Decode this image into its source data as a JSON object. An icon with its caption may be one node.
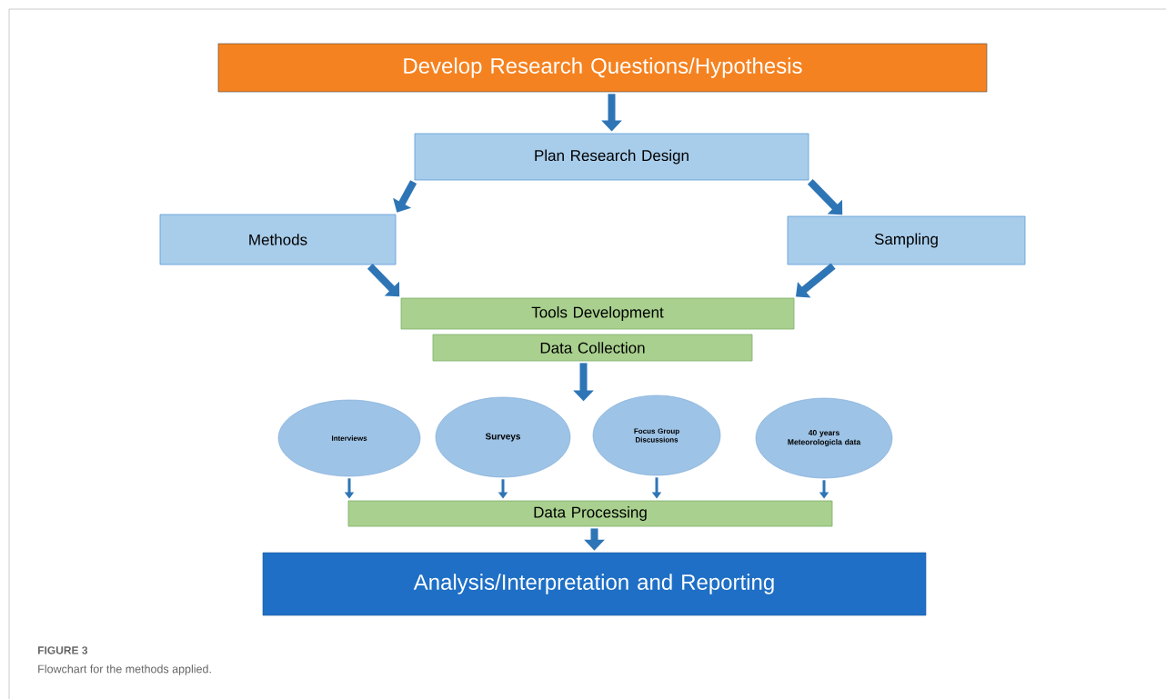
{
  "diagram": {
    "caption": "Flowchart for the methods applied.",
    "nodes": [
      {
        "text": [
          "Develop Research Questions/Hypothesis"
        ]
      },
      {
        "text": [
          "Plan Research Design"
        ]
      },
      {
        "text": [
          "Methods"
        ]
      },
      {
        "text": [
          "Sampling"
        ]
      },
      {
        "text": [
          "Tools Development"
        ]
      },
      {
        "text": [
          "Data Collection"
        ]
      },
      {
        "text": [
          "Interviews"
        ]
      },
      {
        "text": [
          "Surveys"
        ]
      },
      {
        "text": [
          "Focus Group Discussions"
        ]
      },
      {
        "text": [
          "40 years Meteorologicla data"
        ]
      },
      {
        "text": [
          "Data Processing"
        ]
      },
      {
        "text": [
          "Analysis/Interpretation and Reporting"
        ]
      }
    ],
    "edges": [
      {
        "from": 0,
        "to": 1,
        "arrow": "to"
      },
      {
        "from": 1,
        "to": 2,
        "arrow": "to"
      },
      {
        "from": 1,
        "to": 3,
        "arrow": "to"
      },
      {
        "from": 2,
        "to": 4,
        "arrow": "to"
      },
      {
        "from": 3,
        "to": 4,
        "arrow": "to"
      },
      {
        "from": 5,
        "to": null,
        "arrow": "to"
      },
      {
        "from": 6,
        "to": 10,
        "arrow": "to"
      },
      {
        "from": 7,
        "to": 10,
        "arrow": "to"
      },
      {
        "from": 8,
        "to": 10,
        "arrow": "to"
      },
      {
        "from": 9,
        "to": 10,
        "arrow": "to"
      },
      {
        "from": 10,
        "to": 11,
        "arrow": "to"
      }
    ],
    "labels": [
      "FIGURE 3"
    ]
  }
}
